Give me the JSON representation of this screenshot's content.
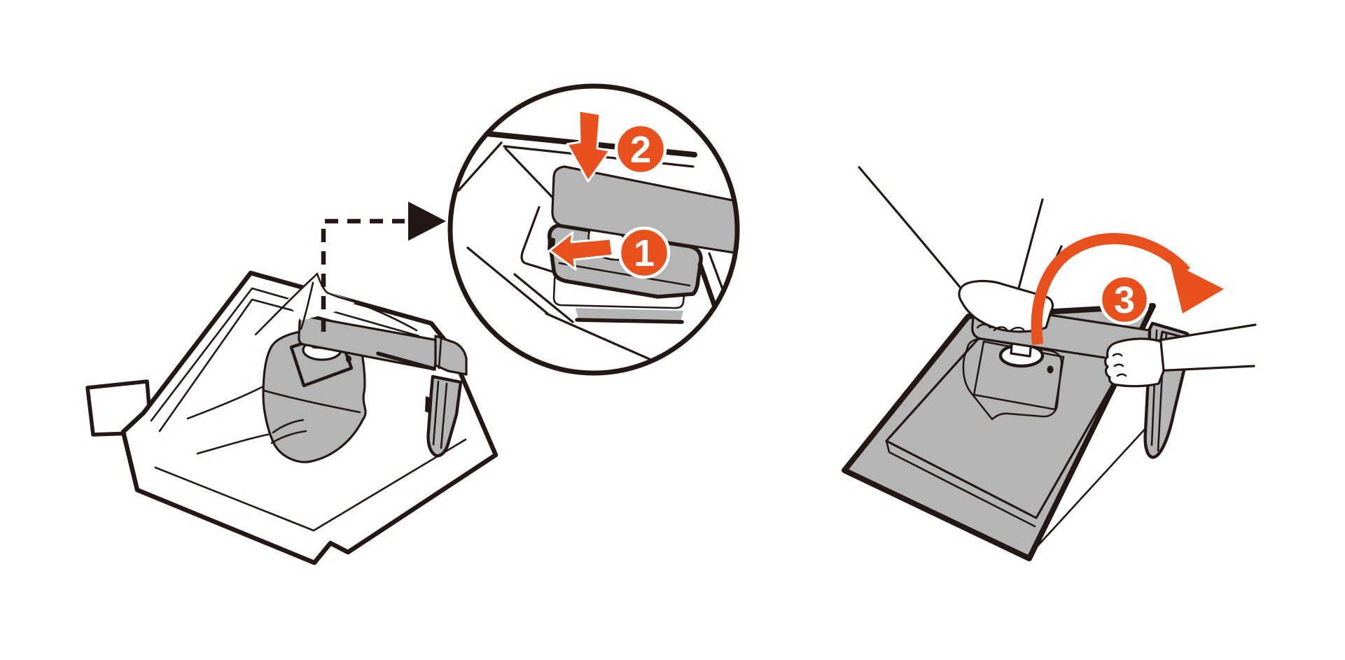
{
  "illustration": {
    "title_semantic": "monitor-stand-assembly-instructions",
    "background_color": "#ffffff",
    "outline_color": "#231815",
    "gray_fill": "#b5b5b6",
    "accent_color": "#e8511d",
    "badge_text_color": "#ffffff",
    "step_badges": [
      {
        "label": "1",
        "icon": "arrow-left-icon"
      },
      {
        "label": "2",
        "icon": "arrow-down-icon"
      },
      {
        "label": "3",
        "icon": "curved-arrow-right-icon"
      }
    ],
    "icons": {
      "callout_pointer": "triangle-right-icon",
      "callout_leader": "dashed-line",
      "magnifier": "zoom-circle"
    }
  }
}
